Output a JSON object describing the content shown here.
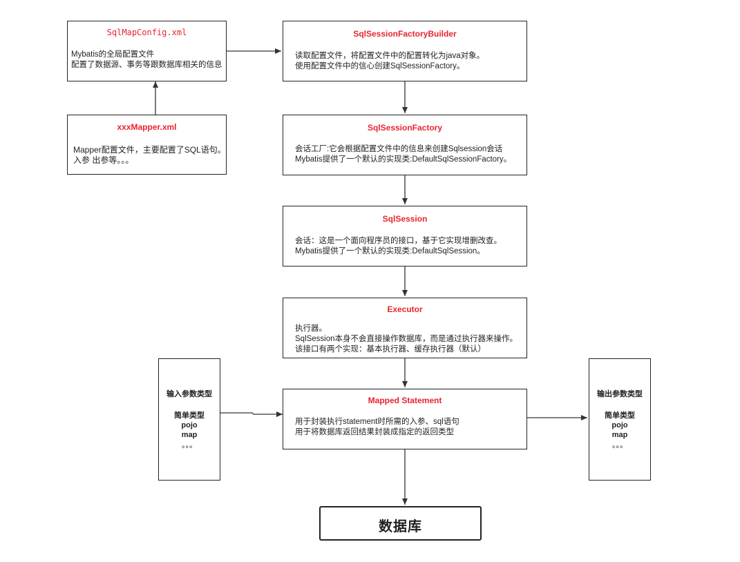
{
  "nodes": {
    "sqlmapconfig": {
      "title": "SqlMapConfig.xml",
      "lines": [
        "Mybatis的全局配置文件",
        "配置了数据源、事务等跟数据库相关的信息"
      ]
    },
    "mapper": {
      "title": "xxxMapper.xml",
      "lines": [
        "Mapper配置文件，主要配置了SQL语句。",
        "入参  出参等。。。"
      ]
    },
    "builder": {
      "title": "SqlSessionFactoryBuilder",
      "lines": [
        "读取配置文件，将配置文件中的配置转化为java对象。",
        "使用配置文件中的信心创建SqlSessionFactory。"
      ]
    },
    "factory": {
      "title": "SqlSessionFactory",
      "lines": [
        "会话工厂:它会根据配置文件中的信息来创建Sqlsession会话",
        "Mybatis提供了一个默认的实现类:DefaultSqlSessionFactory。"
      ]
    },
    "session": {
      "title": "SqlSession",
      "lines": [
        "会话：这是一个面向程序员的接口，基于它实现增删改查。",
        "Mybatis提供了一个默认的实现类:DefaultSqlSession。"
      ]
    },
    "executor": {
      "title": "Executor",
      "lines": [
        "执行器。",
        "SqlSession本身不会直接操作数据库，而是通过执行器来操作。",
        "该接口有两个实现：基本执行器、缓存执行器（默认）"
      ]
    },
    "mapped": {
      "title": "Mapped Statement",
      "lines": [
        "用于封装执行statement时所需的入参、sql语句",
        "用于将数据库返回结果封装成指定的返回类型"
      ]
    },
    "input": {
      "title": "输入参数类型",
      "items": [
        "简单类型",
        "pojo",
        "map",
        "。。。"
      ]
    },
    "output": {
      "title": "输出参数类型",
      "items": [
        "简单类型",
        "pojo",
        "map",
        "。。。"
      ]
    },
    "database": {
      "label": "数据库"
    }
  },
  "colors": {
    "title": "#e8242e",
    "border": "#222222",
    "arrow": "#333333"
  }
}
